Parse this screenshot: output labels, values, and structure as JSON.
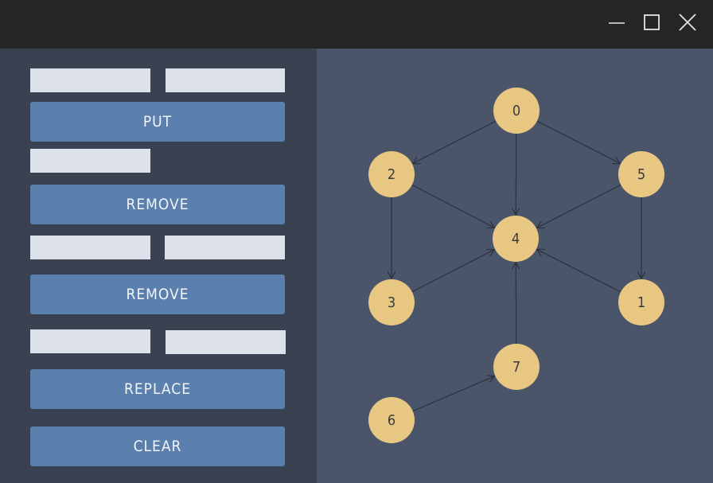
{
  "window": {
    "controls": [
      {
        "name": "minimize-button",
        "icon": "minimize-icon"
      },
      {
        "name": "maximize-button",
        "icon": "maximize-icon"
      },
      {
        "name": "close-button",
        "icon": "close-icon"
      }
    ]
  },
  "colors": {
    "titlebar": "#262626",
    "panel": "#3a4150",
    "canvas": "#4b5569",
    "button": "#5b80ad",
    "field": "#dde1ea",
    "node": "#e8c783",
    "edge": "#2c3140"
  },
  "controls": {
    "put_key": "",
    "put_value": "",
    "put_label": "PUT",
    "remove_key": "",
    "remove_label": "REMOVE",
    "remove_pair_key": "",
    "remove_pair_value": "",
    "remove_pair_label": "REMOVE",
    "replace_key": "",
    "replace_value": "",
    "replace_label": "REPLACE",
    "clear_label": "CLEAR"
  },
  "graph": {
    "nodes": [
      {
        "id": "0",
        "label": "0"
      },
      {
        "id": "1",
        "label": "1"
      },
      {
        "id": "2",
        "label": "2"
      },
      {
        "id": "3",
        "label": "3"
      },
      {
        "id": "4",
        "label": "4"
      },
      {
        "id": "5",
        "label": "5"
      },
      {
        "id": "6",
        "label": "6"
      },
      {
        "id": "7",
        "label": "7"
      }
    ],
    "edges": [
      {
        "from": "0",
        "to": "2"
      },
      {
        "from": "0",
        "to": "5"
      },
      {
        "from": "0",
        "to": "4"
      },
      {
        "from": "2",
        "to": "4"
      },
      {
        "from": "2",
        "to": "3"
      },
      {
        "from": "5",
        "to": "4"
      },
      {
        "from": "5",
        "to": "1"
      },
      {
        "from": "3",
        "to": "4"
      },
      {
        "from": "1",
        "to": "4"
      },
      {
        "from": "7",
        "to": "4"
      },
      {
        "from": "6",
        "to": "7"
      }
    ]
  }
}
